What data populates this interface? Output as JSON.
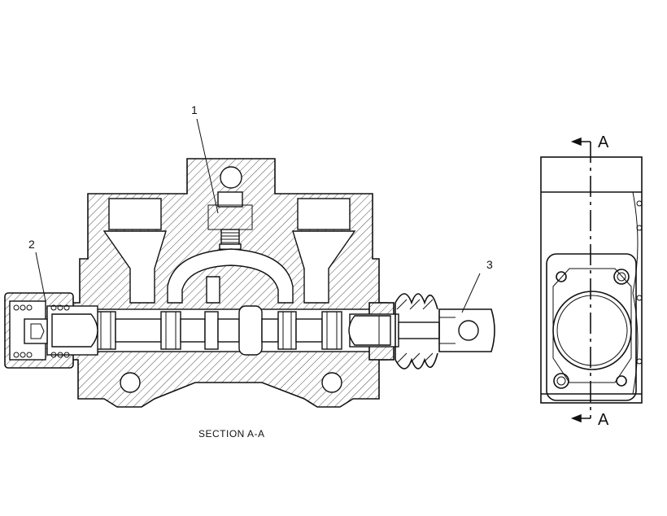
{
  "callouts": [
    "1",
    "2",
    "3"
  ],
  "caption": "SECTION A-A",
  "section_marks": [
    "A",
    "A"
  ],
  "colors": {
    "line": "#111111",
    "background": "#ffffff"
  }
}
